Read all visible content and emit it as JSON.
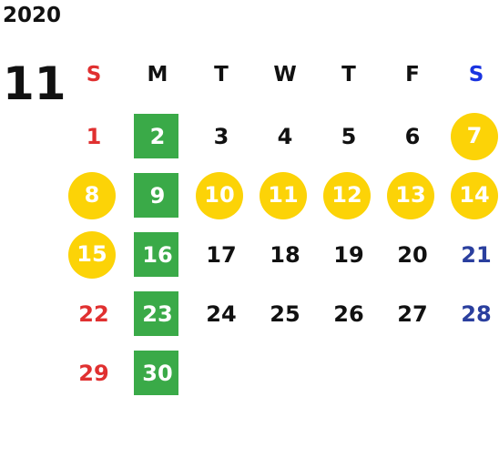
{
  "calendar": {
    "year": "2020",
    "month": "11",
    "weekdays": [
      "S",
      "M",
      "T",
      "W",
      "T",
      "F",
      "S"
    ],
    "weeks": [
      [
        "1",
        "2",
        "3",
        "4",
        "5",
        "6",
        "7"
      ],
      [
        "8",
        "9",
        "10",
        "11",
        "12",
        "13",
        "14"
      ],
      [
        "15",
        "16",
        "17",
        "18",
        "19",
        "20",
        "21"
      ],
      [
        "22",
        "23",
        "24",
        "25",
        "26",
        "27",
        "28"
      ],
      [
        "29",
        "30",
        "",
        "",
        "",
        "",
        ""
      ]
    ]
  },
  "colors": {
    "sunday": "#e03030",
    "saturday": "#2a3f9e",
    "green_mark": "#3aaa48",
    "yellow_mark": "#fcd307"
  }
}
